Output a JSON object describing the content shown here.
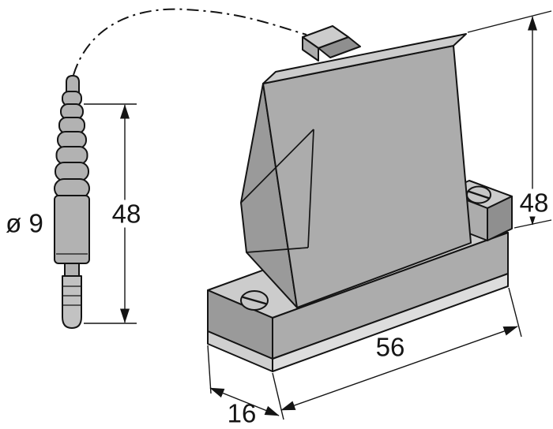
{
  "labels": {
    "probe_diameter": "ø 9",
    "probe_length": "48",
    "housing_height": "48",
    "housing_length": "56",
    "housing_depth": "16"
  },
  "colors": {
    "line": "#141414",
    "face_light": "#cccccc",
    "face_mid": "#acacac",
    "face_dark": "#9a9a9a",
    "face_darker": "#8f8f8f",
    "plate_front": "#dddddd",
    "plate_side": "#cfcfcf",
    "screw": "#c6c6c6",
    "probe_body": "#b2b2b2",
    "probe_tip": "#c2c2c2"
  }
}
